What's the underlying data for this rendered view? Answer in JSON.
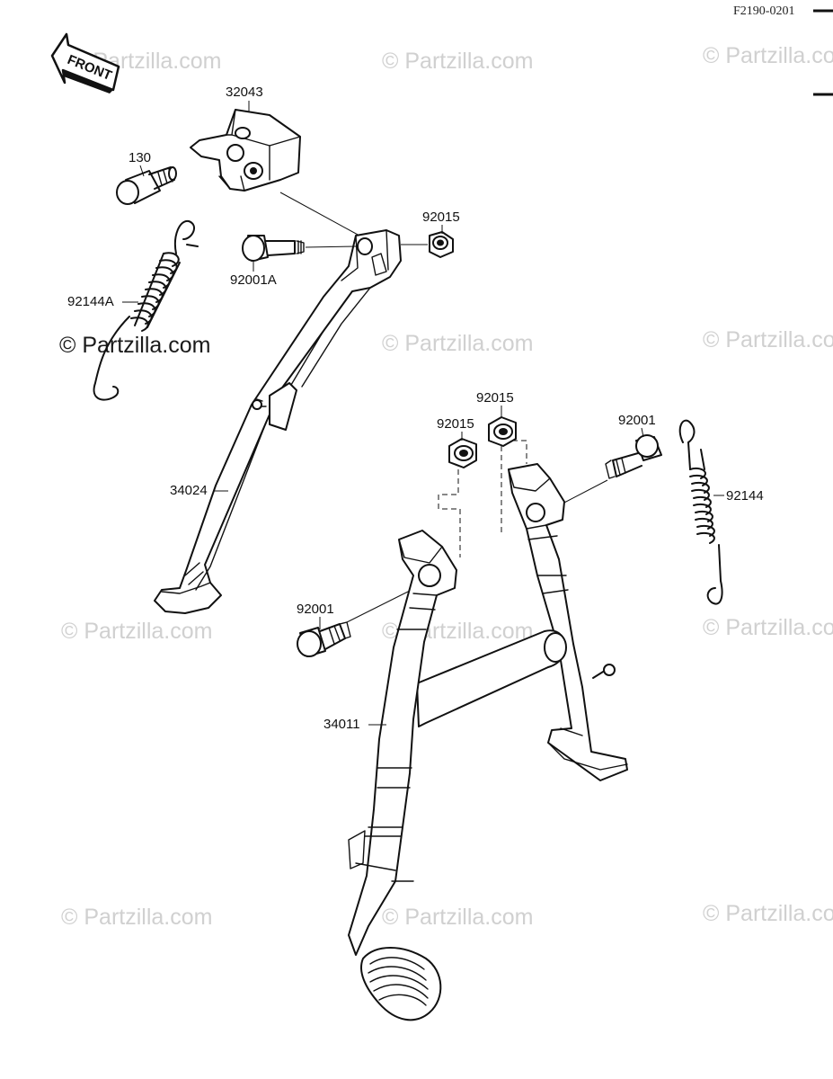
{
  "drawing_code": "F2190-0201",
  "front_arrow": {
    "label": "FRONT",
    "icon": "front-arrow-icon"
  },
  "watermark_text": "© Partzilla.com",
  "parts": [
    {
      "number": "32043",
      "name": "bracket"
    },
    {
      "number": "130",
      "name": "flange-bolt"
    },
    {
      "number": "92015",
      "name": "nut"
    },
    {
      "number": "92001A",
      "name": "pivot-bolt"
    },
    {
      "number": "92144A",
      "name": "side-stand-spring"
    },
    {
      "number": "34024",
      "name": "side-stand"
    },
    {
      "number": "92015",
      "name": "nut-left"
    },
    {
      "number": "92015",
      "name": "nut-right"
    },
    {
      "number": "92001",
      "name": "bolt-right"
    },
    {
      "number": "92144",
      "name": "main-stand-spring"
    },
    {
      "number": "92001",
      "name": "bolt-left"
    },
    {
      "number": "34011",
      "name": "main-stand"
    }
  ]
}
